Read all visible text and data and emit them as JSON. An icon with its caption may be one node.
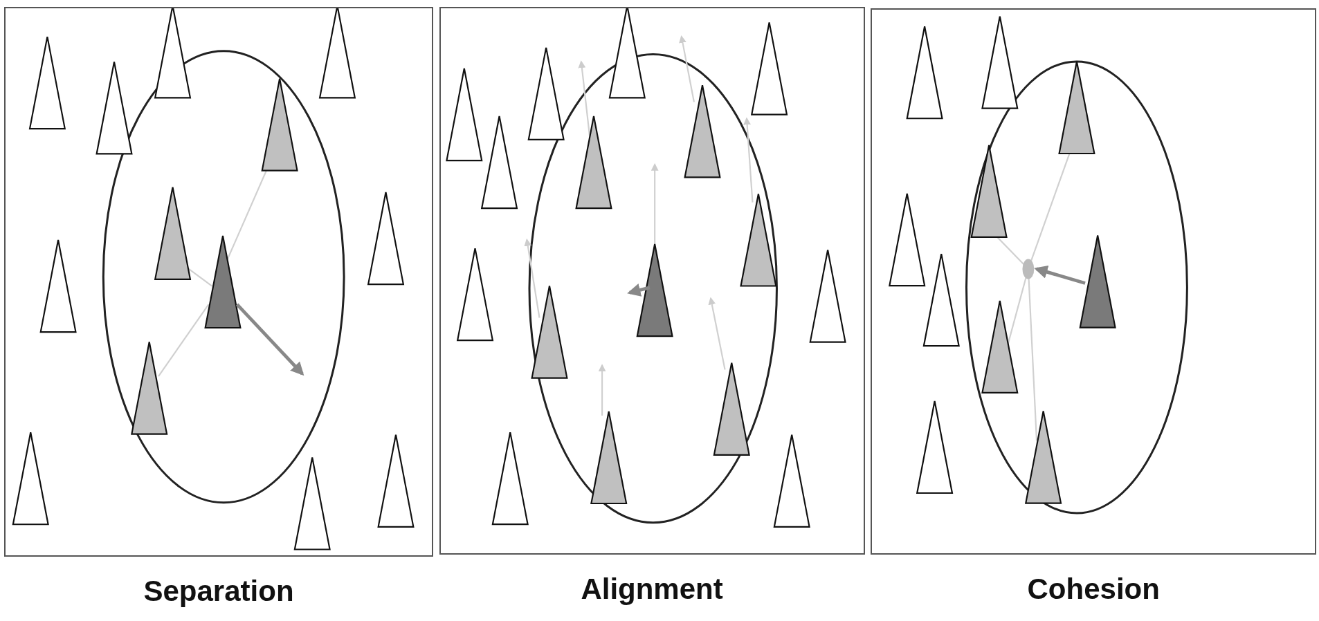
{
  "diagram": {
    "nodes": [
      {
        "text": [
          "Separation"
        ]
      },
      {
        "text": [
          "Alignment"
        ]
      },
      {
        "text": [
          "Cohesion"
        ]
      }
    ]
  }
}
